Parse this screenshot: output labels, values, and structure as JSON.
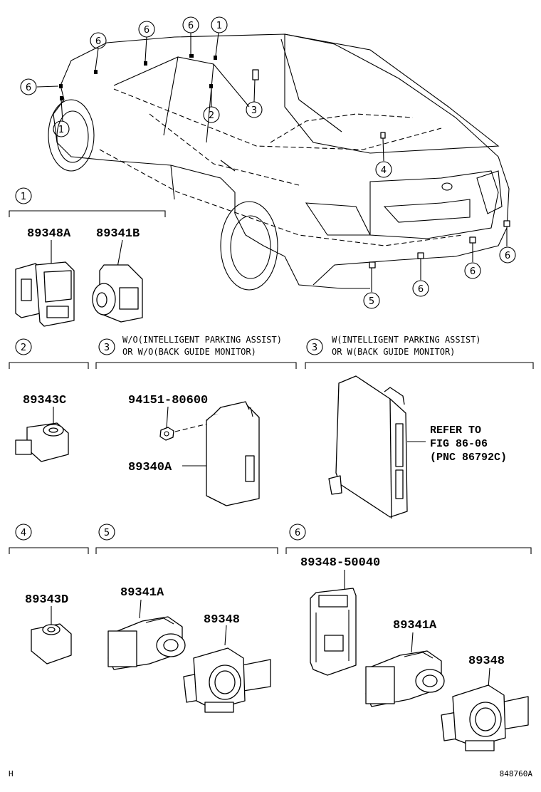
{
  "callouts": {
    "c1": "1",
    "c2": "2",
    "c3": "3",
    "c4": "4",
    "c5": "5",
    "c6": "6"
  },
  "sections": {
    "s1": {
      "num": "1",
      "parts": [
        "89348A",
        "89341B"
      ]
    },
    "s2": {
      "num": "2",
      "parts": [
        "89343C"
      ]
    },
    "s3a": {
      "num": "3",
      "note1": "W/O(INTELLIGENT PARKING ASSIST)",
      "note2": "OR W/O(BACK GUIDE MONITOR)",
      "parts": [
        "94151-80600",
        "89340A"
      ]
    },
    "s3b": {
      "num": "3",
      "note1": "W(INTELLIGENT PARKING ASSIST)",
      "note2": "OR W(BACK GUIDE MONITOR)",
      "ref1": "REFER TO",
      "ref2": "FIG 86-06",
      "ref3": "(PNC 86792C)"
    },
    "s4": {
      "num": "4",
      "parts": [
        "89343D"
      ]
    },
    "s5": {
      "num": "5",
      "parts": [
        "89341A",
        "89348"
      ]
    },
    "s6": {
      "num": "6",
      "parts": [
        "89348-50040",
        "89341A",
        "89348"
      ]
    }
  },
  "footer": {
    "left": "H",
    "right": "848760A"
  }
}
